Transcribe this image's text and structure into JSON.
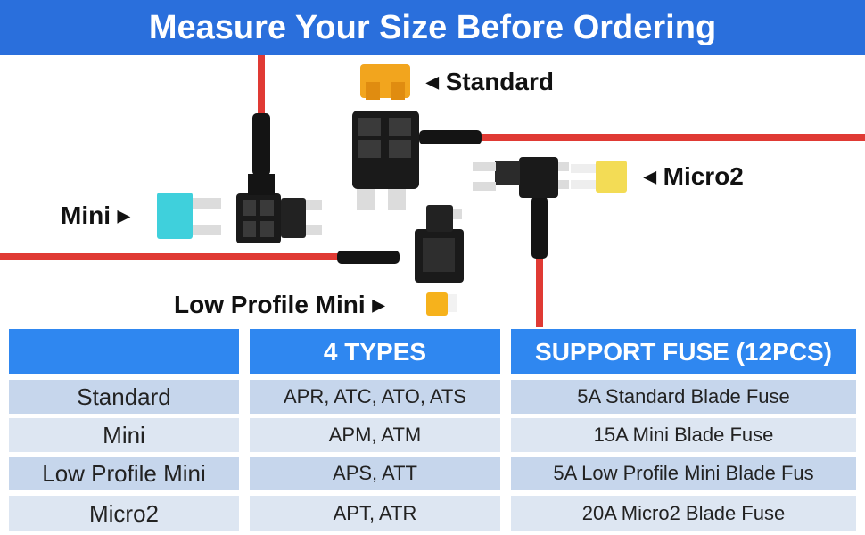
{
  "title": "Measure Your Size Before Ordering",
  "labels": {
    "standard": "Standard",
    "micro2": "Micro2",
    "mini": "Mini",
    "low_profile_mini": "Low Profile Mini"
  },
  "fuse_colors": {
    "standard": "#f2a51e",
    "mini": "#3fd0dc",
    "micro2": "#f3dc55",
    "low_profile_mini": "#f6b21c",
    "wire": "#e03a34"
  },
  "table": {
    "headers": [
      "",
      "4 TYPES",
      "SUPPORT FUSE (12PCS)"
    ],
    "rows": [
      [
        "Standard",
        "APR, ATC, ATO, ATS",
        "5A Standard Blade Fuse"
      ],
      [
        "Mini",
        "APM, ATM",
        "15A Mini Blade Fuse"
      ],
      [
        "Low Profile Mini",
        "APS, ATT",
        "5A Low Profile Mini Blade Fus"
      ],
      [
        "Micro2",
        "APT, ATR",
        "20A Micro2 Blade Fuse"
      ]
    ]
  }
}
